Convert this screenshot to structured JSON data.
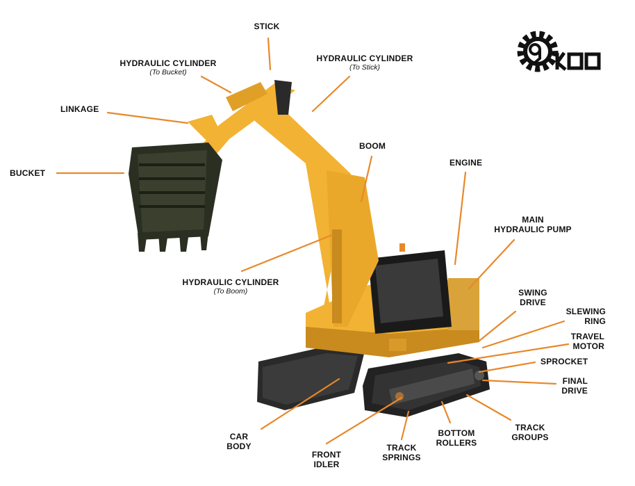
{
  "labels": {
    "stick": "STICK",
    "hc_bucket": "HYDRAULIC CYLINDER",
    "hc_bucket_sub": "(To Bucket)",
    "hc_stick": "HYDRAULIC CYLINDER",
    "hc_stick_sub": "(To Stick)",
    "linkage": "LINKAGE",
    "bucket": "BUCKET",
    "boom": "BOOM",
    "engine": "ENGINE",
    "main_pump_1": "MAIN",
    "main_pump_2": "HYDRAULIC PUMP",
    "hc_boom": "HYDRAULIC CYLINDER",
    "hc_boom_sub": "(To Boom)",
    "swing_1": "SWING",
    "swing_2": "DRIVE",
    "slewing_1": "SLEWING",
    "slewing_2": "RING",
    "travel_1": "TRAVEL",
    "travel_2": "MOTOR",
    "sprocket": "SPROCKET",
    "final_1": "FINAL",
    "final_2": "DRIVE",
    "car_1": "CAR",
    "car_2": "BODY",
    "idler_1": "FRONT",
    "idler_2": "IDLER",
    "springs_1": "TRACK",
    "springs_2": "SPRINGS",
    "rollers_1": "BOTTOM",
    "rollers_2": "ROLLERS",
    "groups_1": "TRACK",
    "groups_2": "GROUPS"
  },
  "colors": {
    "leader": "#e8882a",
    "machine_yellow": "#f2b233",
    "machine_shadow": "#c98a1e",
    "track": "#2a2a2a",
    "bucket": "#2b2f22"
  },
  "logo": {
    "icon": "gear-icon"
  }
}
